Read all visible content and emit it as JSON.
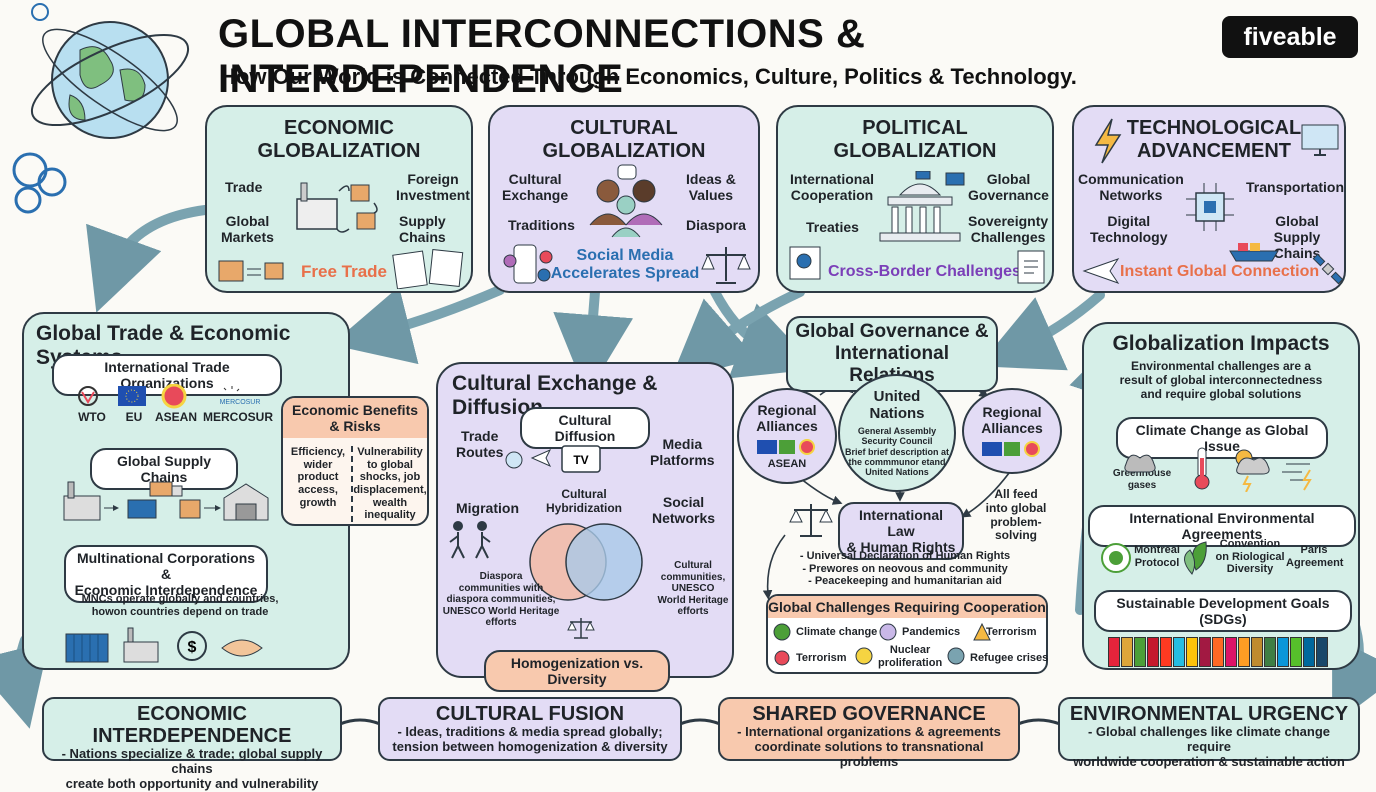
{
  "header": {
    "title": "GLOBAL INTERCONNECTIONS & INTERDEPENDENCE",
    "subtitle": "How Our World is Connected Through Economics, Culture, Politics & Technology.",
    "logo": "fiveable"
  },
  "cards": {
    "economic": {
      "title": "ECONOMIC\nGLOBALIZATION",
      "trade": "Trade",
      "foreign_investment": "Foreign\nInvestment",
      "global_markets": "Global\nMarkets",
      "supply_chains": "Supply\nChains",
      "free_trade": "Free Trade"
    },
    "cultural": {
      "title": "CULTURAL\nGLOBALIZATION",
      "cultural_exchange": "Cultural\nExchange",
      "ideas_values": "Ideas &\nValues",
      "traditions": "Traditions",
      "diaspora": "Diaspora",
      "social_media": "Social Media\nAccelerates Spread"
    },
    "political": {
      "title": "POLITICAL\nGLOBALIZATION",
      "intl_cooperation": "International\nCooperation",
      "global_governance": "Global\nGovernance",
      "treaties": "Treaties",
      "sovereignty": "Sovereignty\nChallenges",
      "cross_border": "Cross-Border Challenges"
    },
    "technological": {
      "title": "TECHNOLOGICAL\nADVANCEMENT",
      "comm_networks": "Communication\nNetworks",
      "transportation": "Transportation",
      "digital_tech": "Digital\nTechnology",
      "global_supply": "Global Supply\nChains",
      "instant": "Instant Global Connection"
    }
  },
  "trade_section": {
    "title": "Global Trade & Economic Systems",
    "orgs_title": "International Trade Organizations",
    "orgs": [
      "WTO",
      "EU",
      "ASEAN",
      "MERCOSUR"
    ],
    "mercosur_logo_text": "MERCOSUR",
    "benefits_title": "Economic Benefits\n& Risks",
    "benefits_left": "Efficiency,\nwider\nproduct\naccess,\ngrowth",
    "benefits_right": "Vulnerability\nto global\nshocks, job\ndisplacement,\nwealth\ninequality",
    "supply_title": "Global Supply Chains",
    "mnc_title": "Multinational Corporations &\nEconomic Interdependence",
    "mnc_desc": "MNCs operate globally and countries,\nhowon countries depend on trade"
  },
  "culture_section": {
    "title": "Cultural Exchange & Diffusion",
    "diffusion": "Cultural Diffusion",
    "trade_routes": "Trade\nRoutes",
    "media_platforms": "Media\nPlatforms",
    "tv": "TV",
    "migration": "Migration",
    "hybridization": "Cultural\nHybridization",
    "social_networks": "Social\nNetworks",
    "left_note": "Diaspora\ncommunities with\ndiaspora communities,\nUNESCO World Heritage\nefforts",
    "right_note": "Cultural\ncommunities,\nUNESCO\nWorld Heritage\nefforts",
    "homogenization": "Homogenization vs. Diversity"
  },
  "governance_section": {
    "title": "Global Governance &\nInternational Relations",
    "regional_left": "Regional\nAlliances",
    "asean": "ASEAN",
    "un_title": "United\nNations",
    "un_desc": "General Assembly\nSecurity Council\nBrief brief description at\nthe commmunor etand\nUnited Nations",
    "regional_right": "Regional\nAlliances",
    "law_title": "International Law\n& Human Rights",
    "feed_note": "All feed\ninto global\nproblem-\nsolving",
    "law_points": "- Universal Declaration of Human Rights\n- Prewores on neovous and community\n- Peacekeeping and humanitarian aid",
    "challenges_title": "Global Challenges Requiring Cooperation",
    "challenges": [
      "Climate change",
      "Pandemics",
      "Terrorism",
      "Terrorism",
      "Nuclear\nproliferation",
      "Refugee crises"
    ]
  },
  "impacts_section": {
    "title": "Globalization Impacts",
    "intro": "Environmental challenges are a\nresult of global interconnectedness\nand require global solutions",
    "climate_title": "Climate Change as Global Issue",
    "greenhouse": "Greenhouse\ngases",
    "agreements_title": "International Environmental Agreements",
    "montreal": "Montreal\nProtocol",
    "biodiversity": "Convention\non Riological\nDiversity",
    "paris": "Paris\nAgreement",
    "sdg_title": "Sustainable Development Goals (SDGs)",
    "sdg_colors": [
      "#e5243b",
      "#dda63a",
      "#4c9f38",
      "#c5192d",
      "#ff3a21",
      "#26bde2",
      "#fcc30b",
      "#a21942",
      "#fd6925",
      "#dd1367",
      "#fd9d24",
      "#bf8b2e",
      "#3f7e44",
      "#0a97d9",
      "#56c02b",
      "#00689d",
      "#19486a"
    ]
  },
  "footer": {
    "economic": {
      "title": "ECONOMIC INTERDEPENDENCE",
      "desc": "- Nations specialize & trade; global supply chains\ncreate both opportunity and vulnerability"
    },
    "cultural": {
      "title": "CULTURAL FUSION",
      "desc": "- Ideas, traditions & media spread globally;\ntension between homogenization & diversity"
    },
    "governance": {
      "title": "SHARED GOVERNANCE",
      "desc": "- International organizations & agreements\ncoordinate solutions to transnational problems"
    },
    "environmental": {
      "title": "ENVIRONMENTAL URGENCY",
      "desc": "- Global challenges like climate change require\nworldwide cooperation & sustainable action"
    }
  },
  "colors": {
    "teal": "#d6efe8",
    "lavender": "#e3dcf5",
    "peach": "#f8c9ae",
    "orange_text": "#e8704a",
    "blue_text": "#2a6fb0",
    "purple_text": "#7b3fb8",
    "arrow": "#7aa3b0"
  },
  "icons": [
    "globe-icon",
    "factory-icon",
    "box-icon",
    "document-icon",
    "people-icon",
    "phone-icon",
    "scales-icon",
    "capitol-icon",
    "flag-icon",
    "lightning-icon",
    "monitor-icon",
    "chip-icon",
    "plane-icon",
    "satellite-icon",
    "ship-icon",
    "truck-icon",
    "warehouse-icon",
    "container-icon",
    "dollar-cycle-icon",
    "handshake-icon",
    "tv-icon",
    "venn-icon",
    "thermometer-icon",
    "storm-icon",
    "leaf-icon"
  ]
}
